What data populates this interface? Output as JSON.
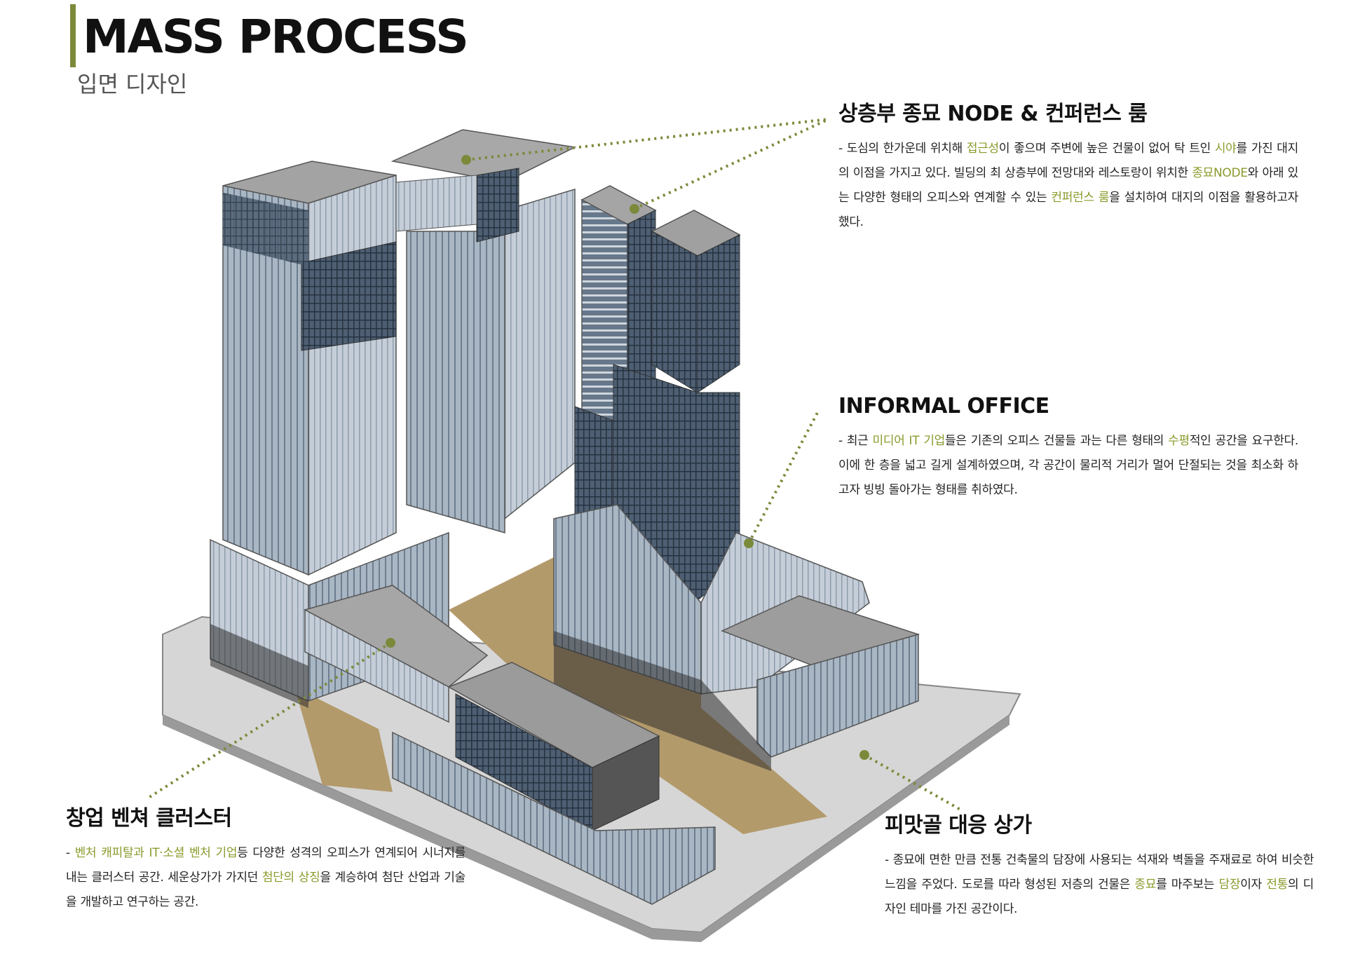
{
  "header": {
    "title": "MASS PROCESS",
    "subtitle": "입면 디자인"
  },
  "colors": {
    "accent": "#7b8a3a",
    "highlight": "#8b9a2c",
    "glass": "#7e93a8",
    "roof": "#9d9d9d",
    "plaza": "#b8a27a"
  },
  "annotations": {
    "top_node": {
      "title": "상층부 종묘 NODE & 컨퍼런스 룸",
      "body": [
        {
          "t": "- 도심의 한가운데 위치해 "
        },
        {
          "t": "접근성",
          "h": true
        },
        {
          "t": "이 좋으며 주변에 높은 건물이 없어 탁 트인 "
        },
        {
          "t": "시야",
          "h": true
        },
        {
          "t": "를 가진 대지의 이점을 가지고 있다. 빌딩의 최 상층부에 전망대와 레스토랑이 위치한 "
        },
        {
          "t": "종묘NODE",
          "h": true
        },
        {
          "t": "와 아래 있는 다양한 형태의 오피스와 연계할 수 있는 "
        },
        {
          "t": "컨퍼런스 룸",
          "h": true
        },
        {
          "t": "을 설치하여 대지의 이점을 활용하고자 했다."
        }
      ]
    },
    "informal_office": {
      "title": "INFORMAL OFFICE",
      "body": [
        {
          "t": "- 최근 "
        },
        {
          "t": "미디어 IT 기업",
          "h": true
        },
        {
          "t": "들은 기존의 오피스 건물들 과는 다른 형태의 "
        },
        {
          "t": "수평",
          "h": true
        },
        {
          "t": "적인 공간을 요구한다. 이에 한 층을 넓고 길게 설계하였으며, 각 공간이 물리적 거리가 멀어 단절되는 것을 최소화 하고자 빙빙 돌아가는 형태를 취하였다."
        }
      ]
    },
    "venture_cluster": {
      "title": "창업 벤쳐 클러스터",
      "body": [
        {
          "t": "- "
        },
        {
          "t": "벤처 캐피탈과 IT·소셜 벤처 기업",
          "h": true
        },
        {
          "t": "등 다양한 성격의 오피스가 연계되어 시너지를 내는 클러스터 공간. 세운상가가 가지던 "
        },
        {
          "t": "첨단의 상징",
          "h": true
        },
        {
          "t": "을 계승하여 첨단 산업과 기술을 개발하고 연구하는 공간."
        }
      ]
    },
    "pimatgol": {
      "title": "피맛골 대응 상가",
      "body": [
        {
          "t": "- 종묘에 면한 만큼 전통 건축물의 담장에 사용되는 석재와 벽돌을 주재료로 하여 비슷한 느낌을 주었다. 도로를 따라 형성된 저층의 건물은 "
        },
        {
          "t": "종묘",
          "h": true
        },
        {
          "t": "를 마주보는 "
        },
        {
          "t": "담장",
          "h": true
        },
        {
          "t": "이자 "
        },
        {
          "t": "전통",
          "h": true
        },
        {
          "t": "의 디자인 테마를 가진 공간이다."
        }
      ]
    }
  }
}
